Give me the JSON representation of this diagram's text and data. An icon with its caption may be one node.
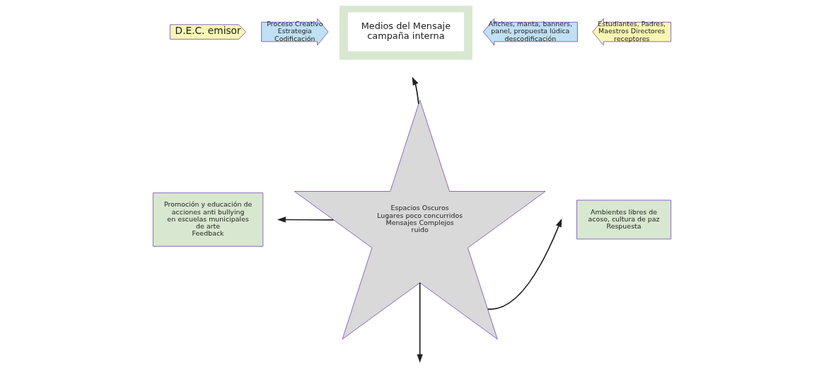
{
  "diagram": {
    "nodes": [
      {
        "text": [
          "D.E.C. emisor"
        ]
      },
      {
        "text": [
          "Proceso Creativo",
          "Estrategia",
          "Codificación"
        ]
      },
      {
        "text": [
          "Medios del Mensaje",
          "campaña interna"
        ]
      },
      {
        "text": [
          "Afiches, manta, banners, panel, propuesta lúdica",
          "descodificación"
        ]
      },
      {
        "text": [
          "Estudiantes, Padres, Maestros Directores",
          "receptores"
        ]
      },
      {
        "text": [
          "Promoción y educación de acciones anti bullying en escuelas municipales de arte",
          "Feedback"
        ]
      },
      {
        "text": [
          "Espacios Oscuros",
          "Lugares poco concurridos",
          "Mensajes Complejos",
          "ruido"
        ]
      },
      {
        "text": [
          "Ambientes libres de acoso, cultura de paz",
          "Respuesta"
        ]
      }
    ],
    "edges": [
      {
        "from": 6,
        "to": null,
        "arrow": "to"
      },
      {
        "from": 6,
        "to": null,
        "arrow": "to"
      },
      {
        "from": 6,
        "to": null,
        "arrow": "to"
      },
      {
        "from": 6,
        "to": null,
        "arrow": "to"
      }
    ]
  }
}
